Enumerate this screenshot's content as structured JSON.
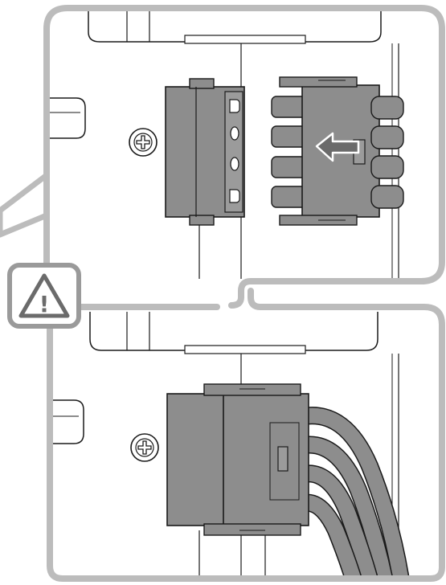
{
  "figure": {
    "panels": [
      {
        "id": "top",
        "state": "connector-disconnected"
      },
      {
        "id": "bottom",
        "state": "connector-connected"
      }
    ],
    "warning_symbol": "!",
    "arrow_direction": "left",
    "colors": {
      "frame": "#bcbcbc",
      "connector_fill": "#8d8d8d",
      "connector_dark": "#6f6f6f",
      "arrow": "#6b6b6b",
      "line": "#1a1a1a",
      "background": "#ffffff",
      "warning_stroke": "#9a9a9a"
    },
    "icons": [
      "warning-triangle-icon",
      "screw-icon",
      "arrow-left-icon"
    ]
  }
}
